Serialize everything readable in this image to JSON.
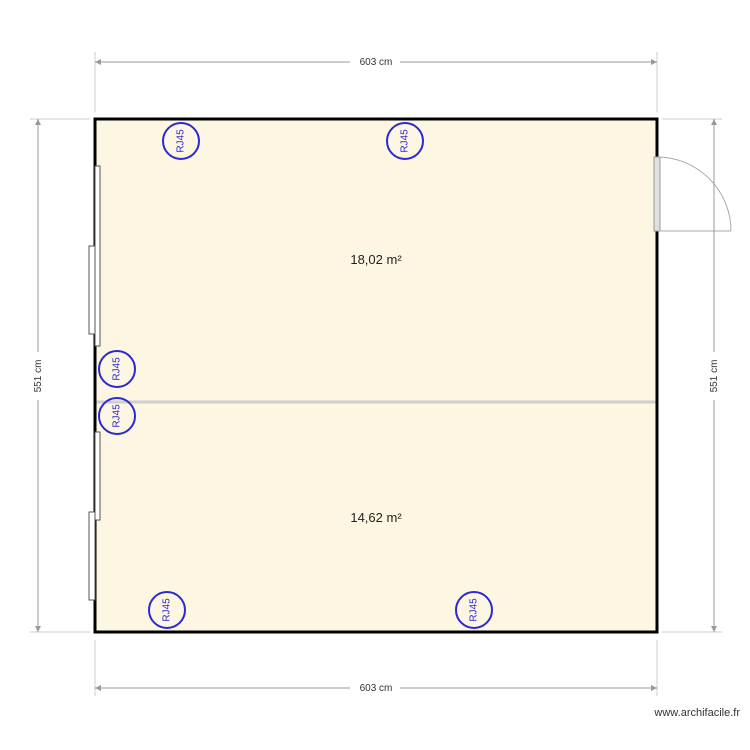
{
  "plan": {
    "dimensions": {
      "top": "603 cm",
      "bottom": "603 cm",
      "left": "551 cm",
      "right": "551 cm"
    },
    "rooms": [
      {
        "area": "18,02 m²"
      },
      {
        "area": "14,62 m²"
      }
    ],
    "outlets": [
      {
        "label": "RJ45"
      },
      {
        "label": "RJ45"
      },
      {
        "label": "RJ45"
      },
      {
        "label": "RJ45"
      },
      {
        "label": "RJ45"
      },
      {
        "label": "RJ45"
      }
    ]
  },
  "colors": {
    "floor": "#fcf6e2",
    "wall": "#000000",
    "outlet": "#2a2ad0",
    "dimension_line": "#999999",
    "partition": "#cfcfcf"
  },
  "watermark": "www.archifacile.fr"
}
